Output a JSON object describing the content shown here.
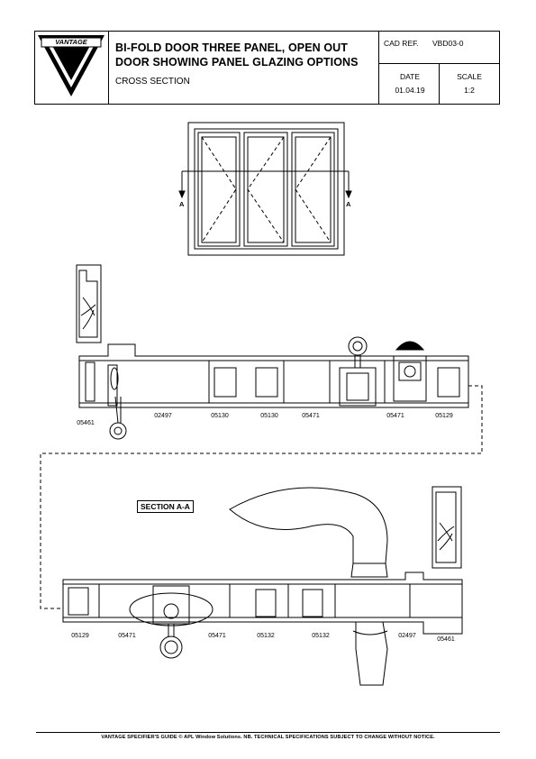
{
  "header": {
    "logo_text": "VANTAGE",
    "title_line1": "BI-FOLD DOOR THREE PANEL, OPEN OUT",
    "title_line2": "DOOR SHOWING PANEL GLAZING OPTIONS",
    "subtitle": "CROSS SECTION",
    "cad_ref_label": "CAD REF.",
    "cad_ref_value": "VBD03-0",
    "date_label": "DATE",
    "date_value": "01.04.19",
    "scale_label": "SCALE",
    "scale_value": "1:2"
  },
  "elevation": {
    "section_marker_left": "A",
    "section_marker_right": "A"
  },
  "section": {
    "title": "SECTION A-A",
    "top_row_codes": [
      "05461",
      "02497",
      "05130",
      "05130",
      "05471",
      "05471",
      "05129"
    ],
    "bottom_row_codes": [
      "05129",
      "05471",
      "05471",
      "05132",
      "05132",
      "02497",
      "05461"
    ]
  },
  "footer": {
    "text": "VANTAGE SPECIFIER'S GUIDE  © APL Window Solutions. NB. TECHNICAL SPECIFICATIONS SUBJECT TO CHANGE WITHOUT NOTICE."
  }
}
